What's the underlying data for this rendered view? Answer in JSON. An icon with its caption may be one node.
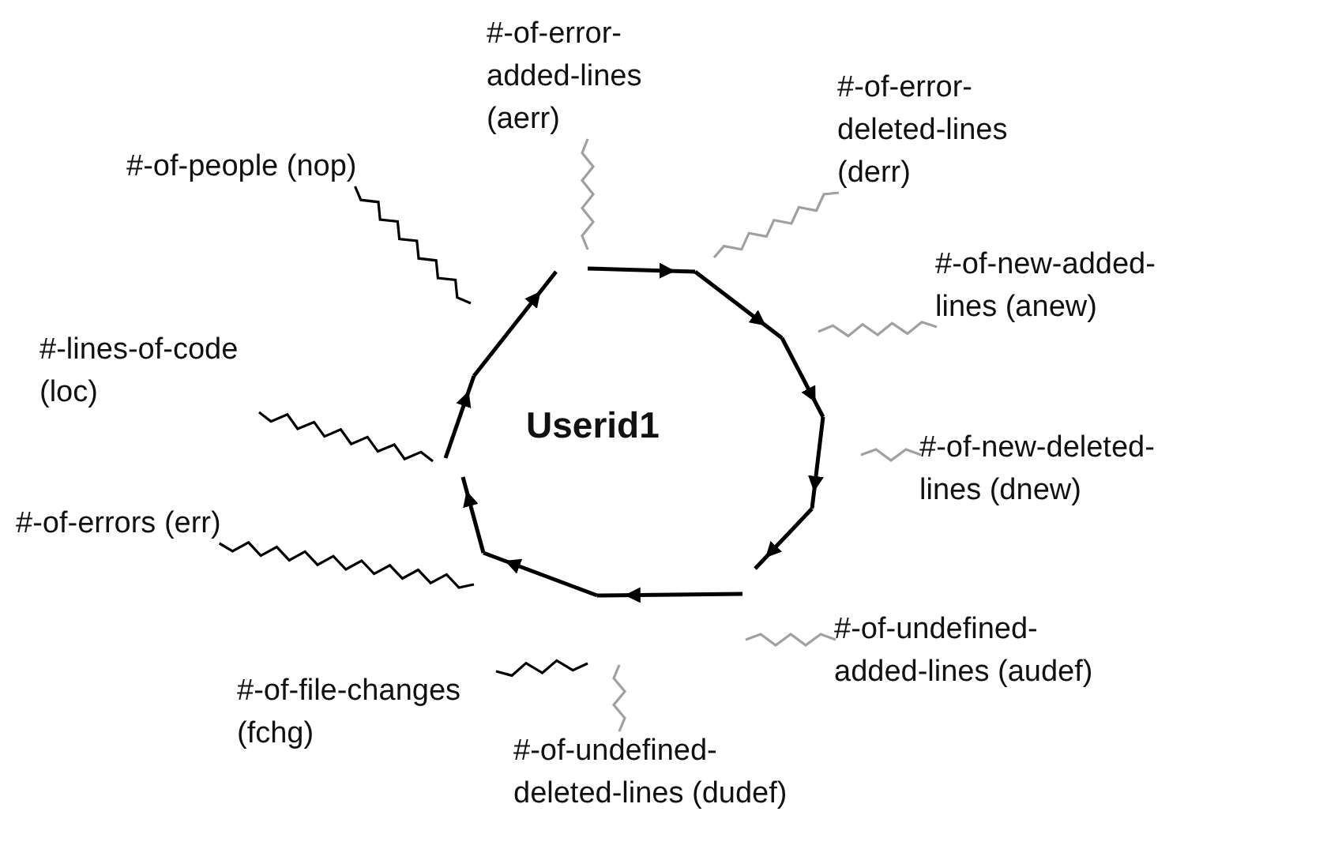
{
  "diagram": {
    "nodes": [
      {
        "text": [
          "#-of-people (nop)"
        ]
      },
      {
        "text": [
          "#-of-error-added-lines (aerr)"
        ]
      },
      {
        "text": [
          "#-of-error-deleted-lines (derr)"
        ]
      },
      {
        "text": [
          "#-of-new-added-lines (anew)"
        ]
      },
      {
        "text": [
          "#-lines-of-code (loc)"
        ]
      },
      {
        "text": [
          "#-of-new-deleted-lines (dnew)"
        ]
      },
      {
        "text": [
          "#-of-errors (err)"
        ]
      },
      {
        "text": [
          "#-of-undefined-added-lines (audef)"
        ]
      },
      {
        "text": [
          "#-of-file-changes (fchg)"
        ]
      },
      {
        "text": [
          "#-of-undefined-deleted-lines (dudef)"
        ]
      }
    ],
    "edges": [
      {
        "from": 0,
        "to": null,
        "arrow": "none",
        "color": "#000000"
      },
      {
        "from": 1,
        "to": null,
        "arrow": "none",
        "color": "#a0a0a0"
      },
      {
        "from": 2,
        "to": null,
        "arrow": "none",
        "color": "#a0a0a0"
      },
      {
        "from": 3,
        "to": null,
        "arrow": "none",
        "color": "#a0a0a0"
      },
      {
        "from": 4,
        "to": null,
        "arrow": "none",
        "color": "#000000"
      },
      {
        "from": 5,
        "to": null,
        "arrow": "none",
        "color": "#a0a0a0"
      },
      {
        "from": 6,
        "to": null,
        "arrow": "none",
        "color": "#000000"
      },
      {
        "from": 7,
        "to": null,
        "arrow": "none",
        "color": "#a0a0a0"
      },
      {
        "from": 8,
        "to": null,
        "arrow": "none",
        "color": "#000000"
      },
      {
        "from": 9,
        "to": null,
        "arrow": "none",
        "color": "#a0a0a0"
      }
    ],
    "labels": [
      "Userid1"
    ]
  }
}
